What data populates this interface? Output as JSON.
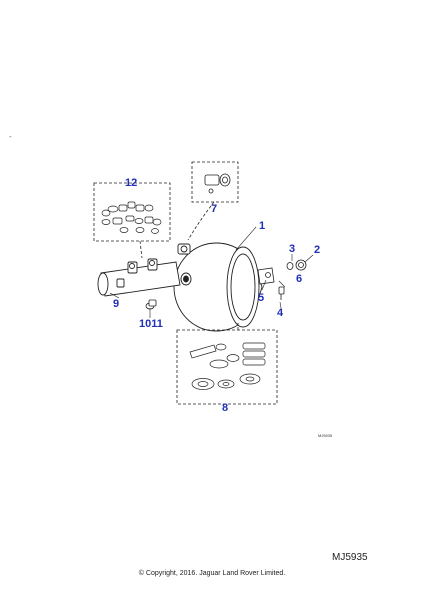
{
  "diagram": {
    "callouts": {
      "c1": "1",
      "c2": "2",
      "c3": "3",
      "c4": "4",
      "c5": "5",
      "c6": "6",
      "c7": "7",
      "c8": "8",
      "c9": "9",
      "c1011": "1011",
      "c12": "12"
    },
    "small_code": "MJ5935",
    "ref_code": "MJ5935",
    "copyright": "© Copyright, 2016. Jaguar Land Rover Limited.",
    "corner_mark": "-"
  },
  "colors": {
    "callout": "#1f2fb8",
    "line": "#222222",
    "fill": "#ffffff"
  }
}
